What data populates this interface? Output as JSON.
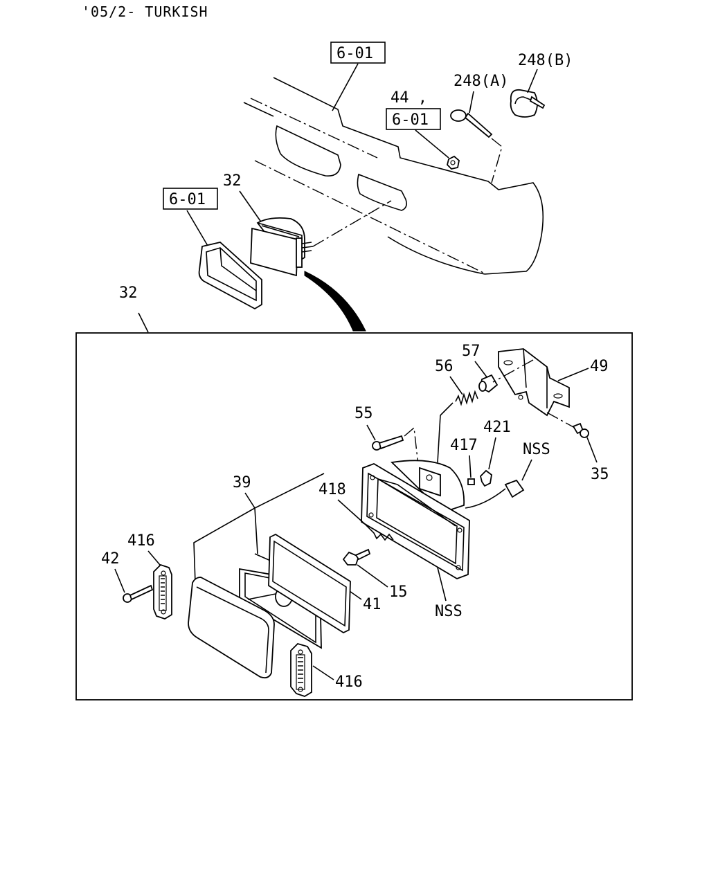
{
  "header": {
    "text": "'05/2- TURKISH"
  },
  "refs": {
    "top": "6-01",
    "nut": "6-01",
    "left": "6-01"
  },
  "labels": {
    "l248a": "248(A)",
    "l248b": "248(B)",
    "l44": "44 ,",
    "l32_top": "32",
    "l32_detail": "32",
    "l57": "57",
    "l56": "56",
    "l49": "49",
    "l55": "55",
    "l421": "421",
    "l417": "417",
    "lnss_top": "NSS",
    "l35": "35",
    "l39": "39",
    "l418": "418",
    "l416_top": "416",
    "l42": "42",
    "l15": "15",
    "l41": "41",
    "lnss_bottom": "NSS",
    "l416_bottom": "416"
  }
}
